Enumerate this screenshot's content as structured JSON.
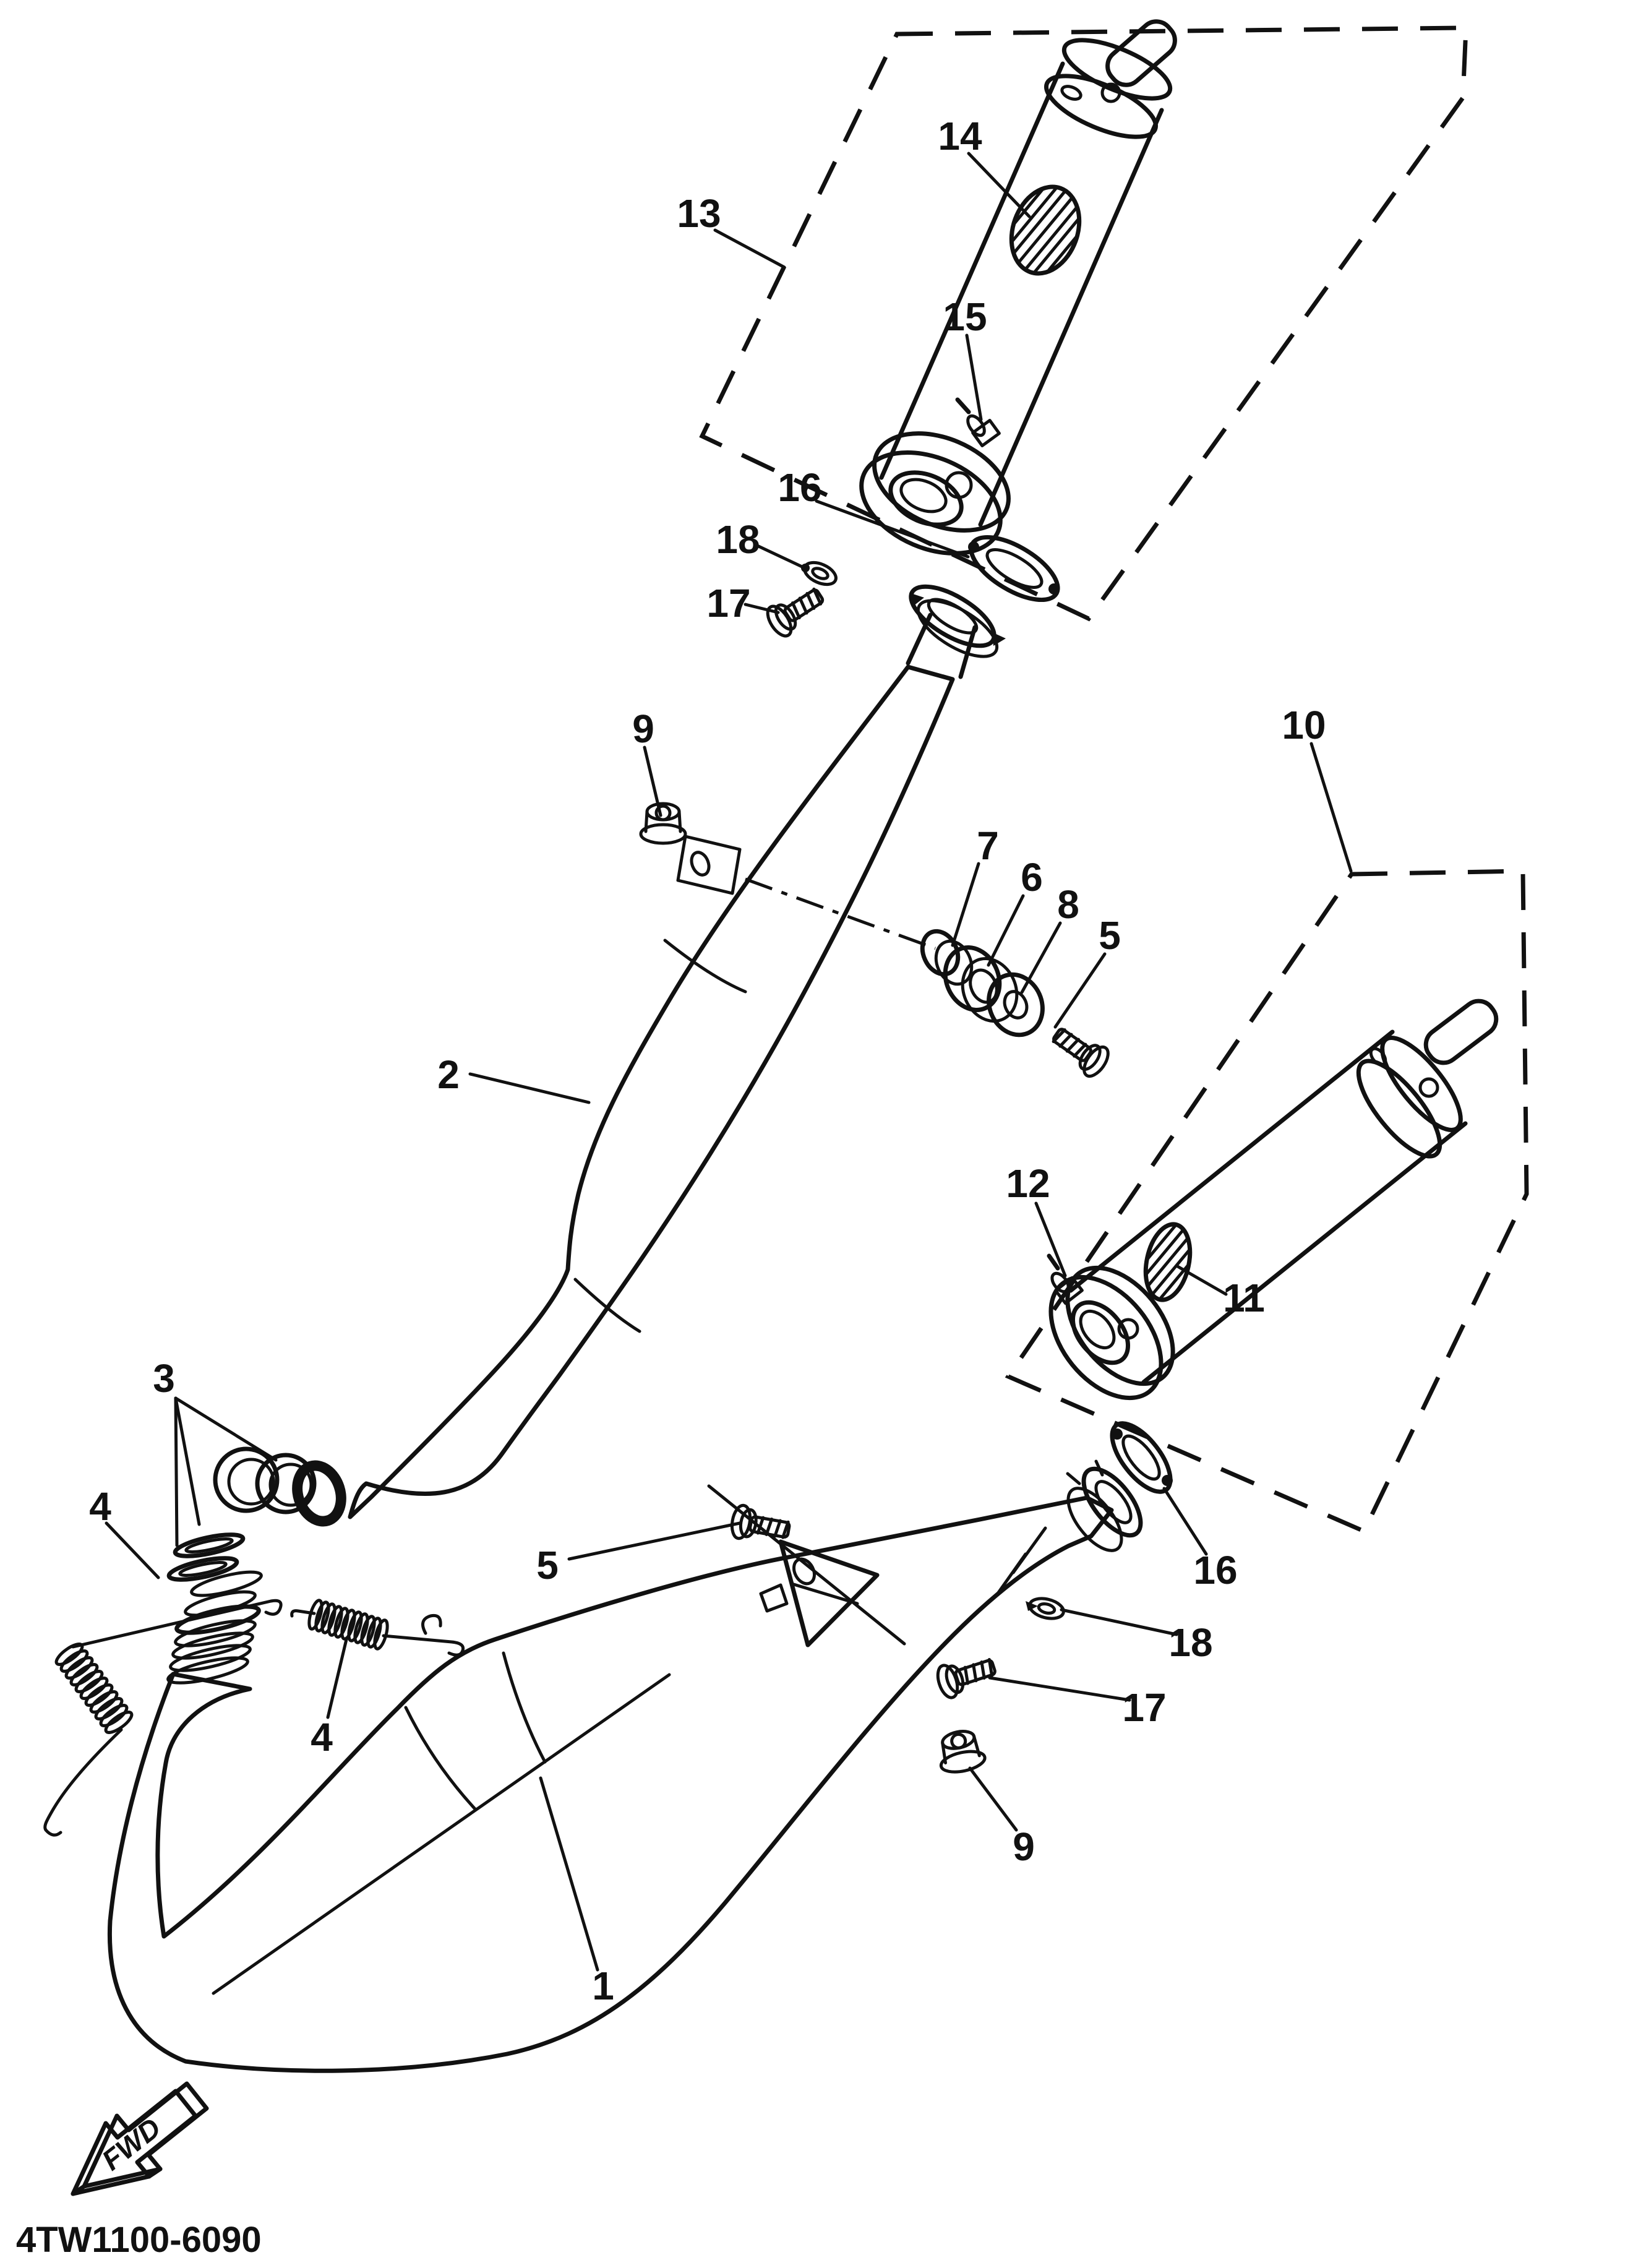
{
  "diagram": {
    "title_part_code": "4TW1100-6090",
    "fwd_label": "FWD",
    "colors": {
      "line": "#111111",
      "background": "#ffffff"
    },
    "callouts": [
      {
        "id": "1",
        "label": "1"
      },
      {
        "id": "2",
        "label": "2"
      },
      {
        "id": "3",
        "label": "3"
      },
      {
        "id": "4-left",
        "label": "4"
      },
      {
        "id": "4-right",
        "label": "4"
      },
      {
        "id": "5-mid",
        "label": "5"
      },
      {
        "id": "5-bottom",
        "label": "5"
      },
      {
        "id": "6",
        "label": "6"
      },
      {
        "id": "7",
        "label": "7"
      },
      {
        "id": "8",
        "label": "8"
      },
      {
        "id": "9-top",
        "label": "9"
      },
      {
        "id": "9-bottom",
        "label": "9"
      },
      {
        "id": "10",
        "label": "10"
      },
      {
        "id": "11",
        "label": "11"
      },
      {
        "id": "12",
        "label": "12"
      },
      {
        "id": "13",
        "label": "13"
      },
      {
        "id": "14",
        "label": "14"
      },
      {
        "id": "15",
        "label": "15"
      },
      {
        "id": "16-top",
        "label": "16"
      },
      {
        "id": "16-bottom",
        "label": "16"
      },
      {
        "id": "17-top",
        "label": "17"
      },
      {
        "id": "17-bottom",
        "label": "17"
      },
      {
        "id": "18-top",
        "label": "18"
      },
      {
        "id": "18-bottom",
        "label": "18"
      }
    ]
  }
}
